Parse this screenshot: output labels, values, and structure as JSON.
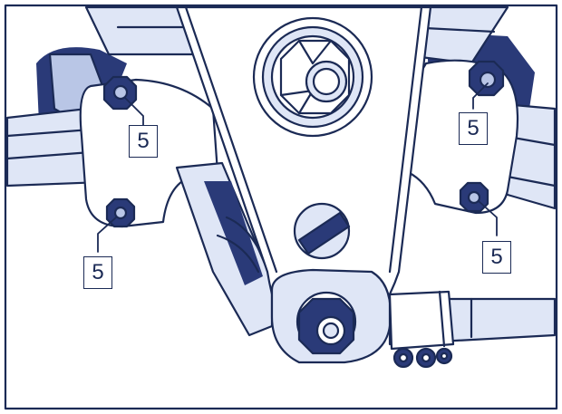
{
  "callouts": {
    "nut_upper_left": "5",
    "nut_lower_left": "5",
    "nut_upper_right": "5",
    "nut_lower_right": "5"
  },
  "colors": {
    "ink": "#1b2a55",
    "navy_fill": "#2a3a78",
    "light_fill": "#dfe6f6",
    "mid_fill": "#b9c6e6",
    "background": "#ffffff"
  }
}
